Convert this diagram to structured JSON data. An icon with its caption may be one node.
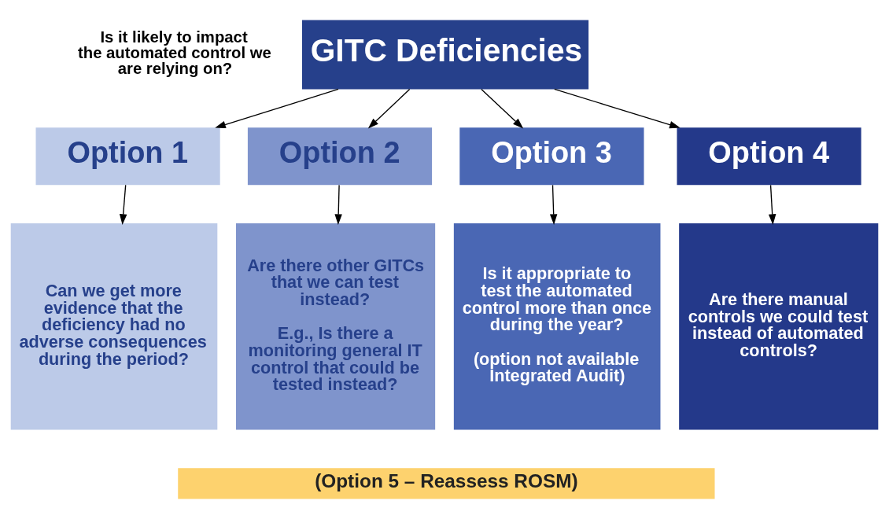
{
  "diagram": {
    "nodes": [
      {
        "text": [
          "GITC Deficiencies"
        ]
      },
      {
        "text": [
          "Option 1"
        ]
      },
      {
        "text": [
          "Option 2"
        ]
      },
      {
        "text": [
          "Option 3"
        ]
      },
      {
        "text": [
          "Option 4"
        ]
      },
      {
        "text": [
          "Can we get more evidence that the deficiency had no adverse consequences during the period?"
        ]
      },
      {
        "text": [
          "Are there other GITCs that we can test instead?",
          "E.g., Is there a monitoring general IT control that could be tested instead?"
        ]
      },
      {
        "text": [
          "Is it appropriate to test the automated control more than once during the year?",
          "(option not available Integrated Audit)"
        ]
      },
      {
        "text": [
          "Are there manual controls we could test instead of automated controls?"
        ]
      },
      {
        "text": [
          "(Option 5 – Reassess ROSM)"
        ]
      }
    ],
    "edges": [
      {
        "from": 0,
        "to": 1,
        "arrow": "to"
      },
      {
        "from": 0,
        "to": 2,
        "arrow": "to"
      },
      {
        "from": 0,
        "to": 3,
        "arrow": "to"
      },
      {
        "from": 0,
        "to": 4,
        "arrow": "to"
      },
      {
        "from": 1,
        "to": 5,
        "arrow": "to"
      },
      {
        "from": 2,
        "to": 6,
        "arrow": "to"
      },
      {
        "from": 3,
        "to": 7,
        "arrow": "to"
      },
      {
        "from": 4,
        "to": 8,
        "arrow": "to"
      }
    ],
    "labels": [
      "Is it likely to impact the automated control we are relying on?"
    ]
  }
}
